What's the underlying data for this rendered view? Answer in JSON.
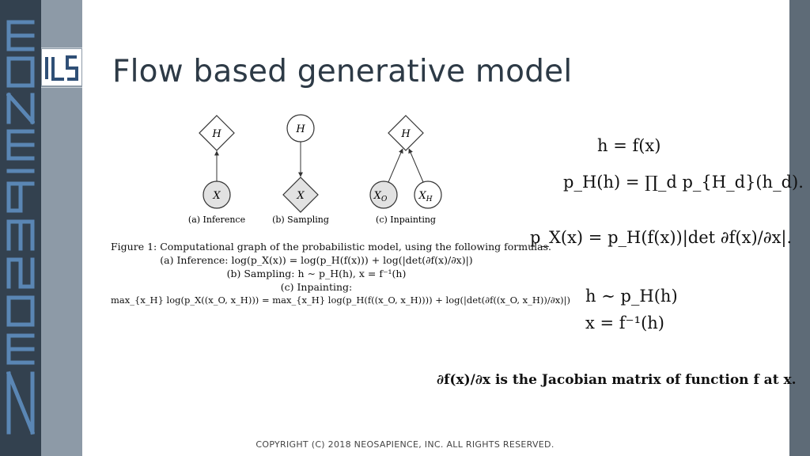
{
  "brand": {
    "vertical_text": "NEOSAPIENCE",
    "logo_name": "logo-icon"
  },
  "slide": {
    "title": "Flow based generative model",
    "footer": "COPYRIGHT (C) 2018 NEOSAPIENCE, INC.  ALL RIGHTS RESERVED."
  },
  "figure": {
    "node_H": "H",
    "node_X": "X",
    "node_XO": "X",
    "node_XO_sub": "O",
    "node_XH": "X",
    "node_XH_sub": "H",
    "label_a": "(a) Inference",
    "label_b": "(b) Sampling",
    "label_c": "(c) Inpainting"
  },
  "caption": {
    "line1": "Figure 1: Computational graph of the probabilistic model, using the following formulas.",
    "line2": "(a) Inference: log(p_X(x)) = log(p_H(f(x))) + log(|det(∂f(x)/∂x)|)",
    "line3": "(b) Sampling: h ∼ p_H(h), x = f⁻¹(h)",
    "line4": "(c) Inpainting:",
    "line5": "max_{x_H} log(p_X((x_O, x_H))) = max_{x_H} log(p_H(f((x_O, x_H)))) + log(|det(∂f((x_O, x_H))/∂x)|)"
  },
  "equations": {
    "eq1": "h = f(x)",
    "eq2": "p_H(h) = ∏_d p_{H_d}(h_d).",
    "eq3": "p_X(x) = p_H(f(x))|det ∂f(x)/∂x|.",
    "eq4": "h ∼ p_H(h)",
    "eq5": "x = f⁻¹(h)",
    "jacobian_note": "∂f(x)/∂x is the Jacobian matrix of function f at x."
  }
}
